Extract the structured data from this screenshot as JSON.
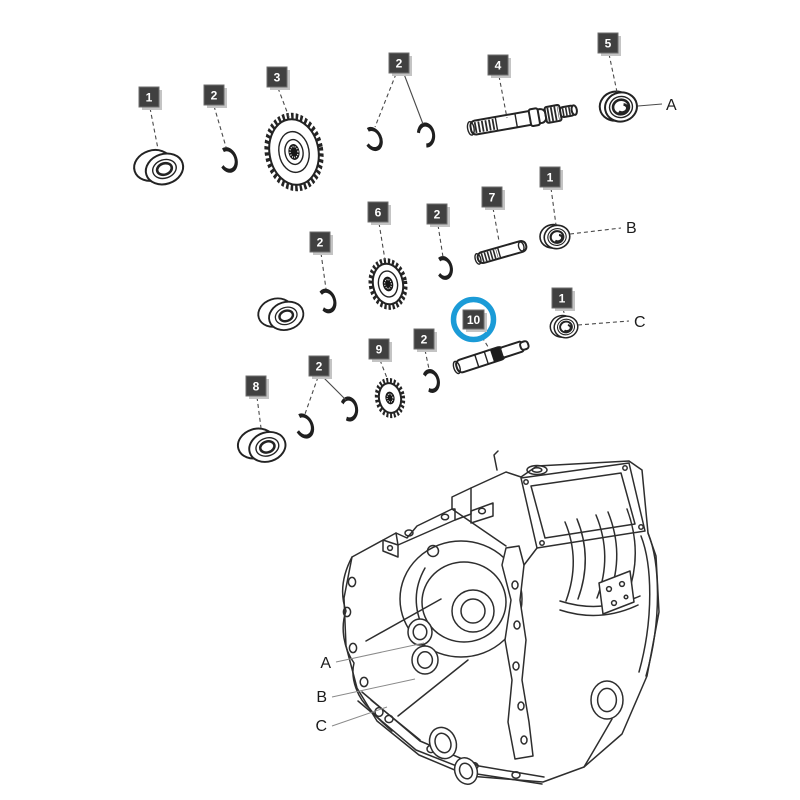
{
  "diagram": {
    "kind": "exploded-parts-diagram",
    "subject": "gearbox-internal-parts-and-housing"
  },
  "colors": {
    "badge_background": "#404040",
    "badge_text": "#ffffff",
    "badge_shadow": "#c4c4c4",
    "line_art": "#2e2e2e",
    "highlight_circle": "#1b9bd7"
  },
  "highlight": {
    "label": "10",
    "color": "#1b9bd7"
  },
  "callouts": [
    {
      "label": "1",
      "part": "ball-bearing"
    },
    {
      "label": "2",
      "part": "snap-ring"
    },
    {
      "label": "3",
      "part": "large-gear"
    },
    {
      "label": "2",
      "part": "snap-ring-pair"
    },
    {
      "label": "4",
      "part": "main-shaft"
    },
    {
      "label": "5",
      "part": "ball-bearing"
    },
    {
      "label": "6",
      "part": "medium-gear"
    },
    {
      "label": "2",
      "part": "snap-ring"
    },
    {
      "label": "2",
      "part": "snap-ring"
    },
    {
      "label": "7",
      "part": "short-shaft"
    },
    {
      "label": "1",
      "part": "ball-bearing"
    },
    {
      "label": "1",
      "part": "ball-bearing"
    },
    {
      "label": "10",
      "part": "counter-shaft",
      "highlighted": true
    },
    {
      "label": "9",
      "part": "small-gear"
    },
    {
      "label": "2",
      "part": "snap-ring"
    },
    {
      "label": "8",
      "part": "ball-bearing"
    },
    {
      "label": "2",
      "part": "snap-ring-pair"
    }
  ],
  "letters": {
    "shaft": [
      "A",
      "B",
      "C"
    ],
    "housing": [
      "A",
      "B",
      "C"
    ]
  }
}
